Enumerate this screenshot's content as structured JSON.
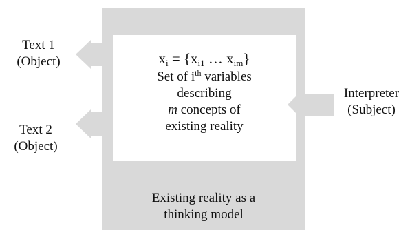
{
  "outer_box": {
    "caption_line1": "Existing reality as a",
    "caption_line2": "thinking model",
    "fill_color": "#d9d9d9"
  },
  "inner_box": {
    "formula": {
      "lhs_var": "x",
      "lhs_sub": "i",
      "eq_open": " = {",
      "first_var": "x",
      "first_sub": "i1",
      "ellipsis": " … ",
      "last_var": "x",
      "last_sub": "im",
      "close": "}"
    },
    "line1_prefix": "Set of ",
    "line1_i": "i",
    "line1_sup": "th",
    "line1_suffix": " variables",
    "line2": "describing",
    "line3_m": "m",
    "line3_suffix": " concepts of",
    "line4": "existing reality"
  },
  "outputs": [
    {
      "line1": "Text 1",
      "line2": "(Object)"
    },
    {
      "line1": "Text 2",
      "line2": "(Object)"
    }
  ],
  "input": {
    "line1": "Interpreter",
    "line2": "(Subject)"
  },
  "arrow_color": "#d9d9d9"
}
